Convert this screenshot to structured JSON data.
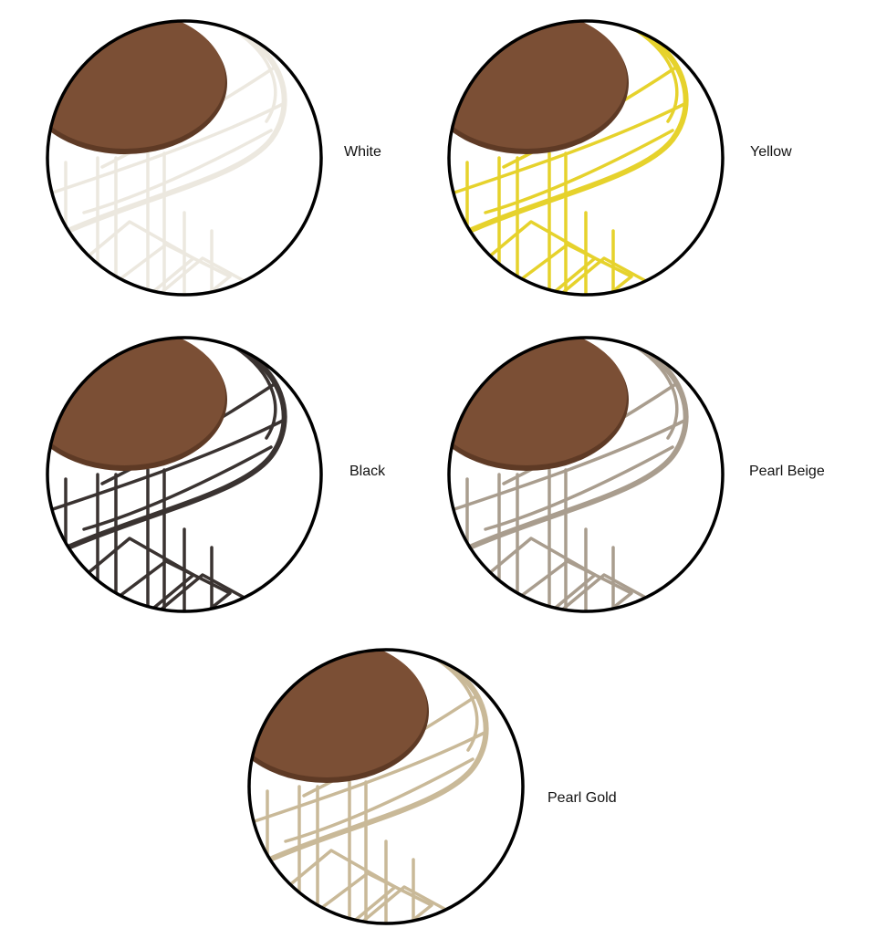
{
  "wood_color": "#7b4f35",
  "ring_color": "#000000",
  "swatches": [
    {
      "label": "White",
      "wire_color": "#ece8df"
    },
    {
      "label": "Yellow",
      "wire_color": "#e6d22c"
    },
    {
      "label": "Black",
      "wire_color": "#3a3331"
    },
    {
      "label": "Pearl Beige",
      "wire_color": "#a99d8e"
    },
    {
      "label": "Pearl Gold",
      "wire_color": "#c9b998"
    }
  ]
}
